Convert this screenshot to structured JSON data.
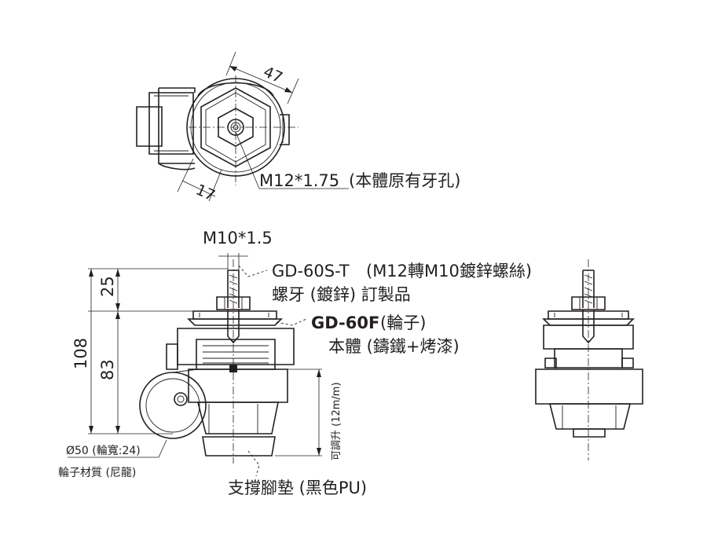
{
  "top_view": {
    "dim_width": "47",
    "dim_hex": "17",
    "thread_label": "M12*1.75",
    "thread_note": "(本體原有牙孔)"
  },
  "front_view": {
    "stud_thread": "M10*1.5",
    "dim_total": "108",
    "dim_upper": "25",
    "dim_lower": "83",
    "adjust_label": "可調升 (12m/m)",
    "stud_model": "GD-60S-T",
    "stud_desc_line1": "(M12轉M10鍍鋅螺絲)",
    "stud_desc_line2": "螺牙 (鍍鋅) 訂製品",
    "body_model": "GD-60F",
    "body_model_note": "(輪子)",
    "body_desc": "本體 (鑄鐵+烤漆)",
    "wheel_dim": "Ø50 (輪寬:24)",
    "wheel_material": "輪子材質 (尼龍)",
    "pad_label": "支撐腳墊 (黑色PU)"
  }
}
